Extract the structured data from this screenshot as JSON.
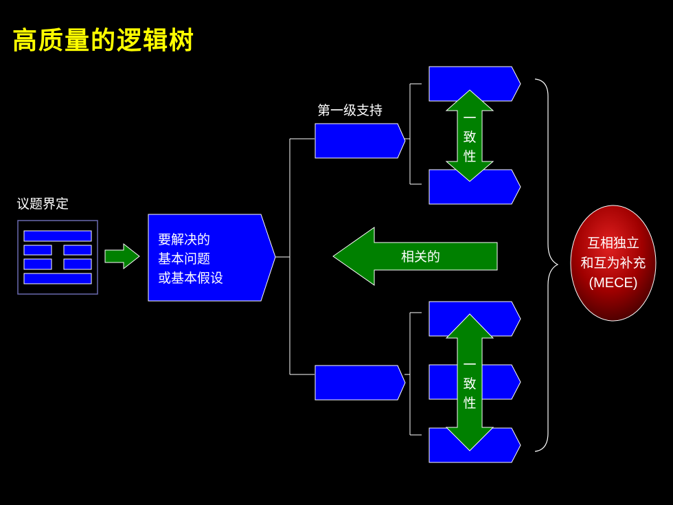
{
  "slide": {
    "title": "高质量的逻辑树",
    "issue_label": "议题界定",
    "level1_label": "第一级支持"
  },
  "main_box": {
    "lines": [
      "要解决的",
      "基本问题",
      "或基本假设"
    ]
  },
  "related_arrow": {
    "label": "相关的"
  },
  "consistency_top": {
    "chars": [
      "一",
      "致",
      "性"
    ]
  },
  "consistency_bottom": {
    "chars": [
      "一",
      "致",
      "性"
    ]
  },
  "mece": {
    "line1": "互相独立",
    "line2": "和互为补充",
    "line3": "(MECE)"
  },
  "colors": {
    "title": "#ffff00",
    "box_blue": "#0000ff",
    "arrow_green": "#008000",
    "mece_red": "#b00000"
  }
}
